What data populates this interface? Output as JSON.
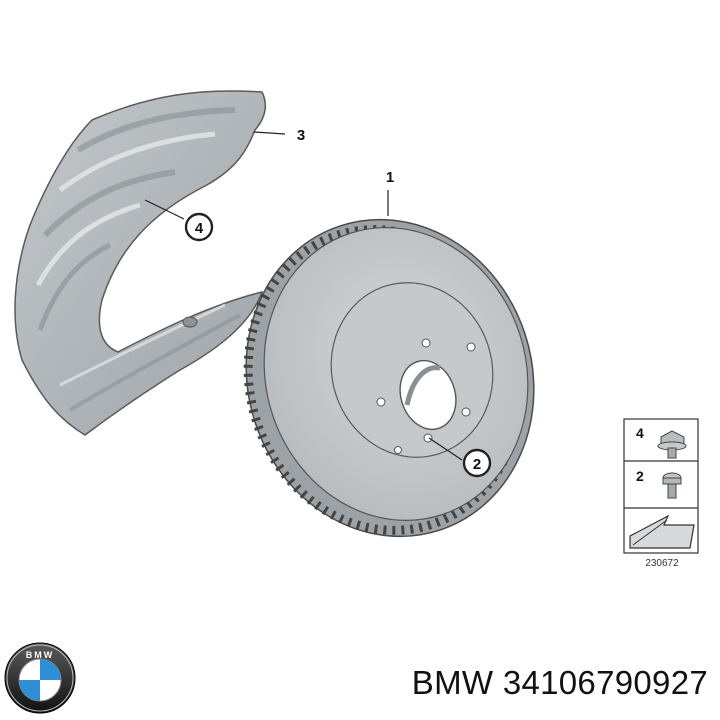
{
  "callouts": {
    "disc": "1",
    "screw": "2",
    "shield": "3",
    "bolt": "4"
  },
  "legend": {
    "bolt_number": "4",
    "screw_number": "2",
    "diagram_id": "230672"
  },
  "logo": {
    "text": "BMW"
  },
  "caption": {
    "brand": "BMW",
    "part_number": "34106790927"
  },
  "colors": {
    "part_fill": "#c9cdd0",
    "part_shade": "#a9aeb2",
    "outline": "#4a4a4a",
    "logo_blue": "#2f8fd6"
  }
}
